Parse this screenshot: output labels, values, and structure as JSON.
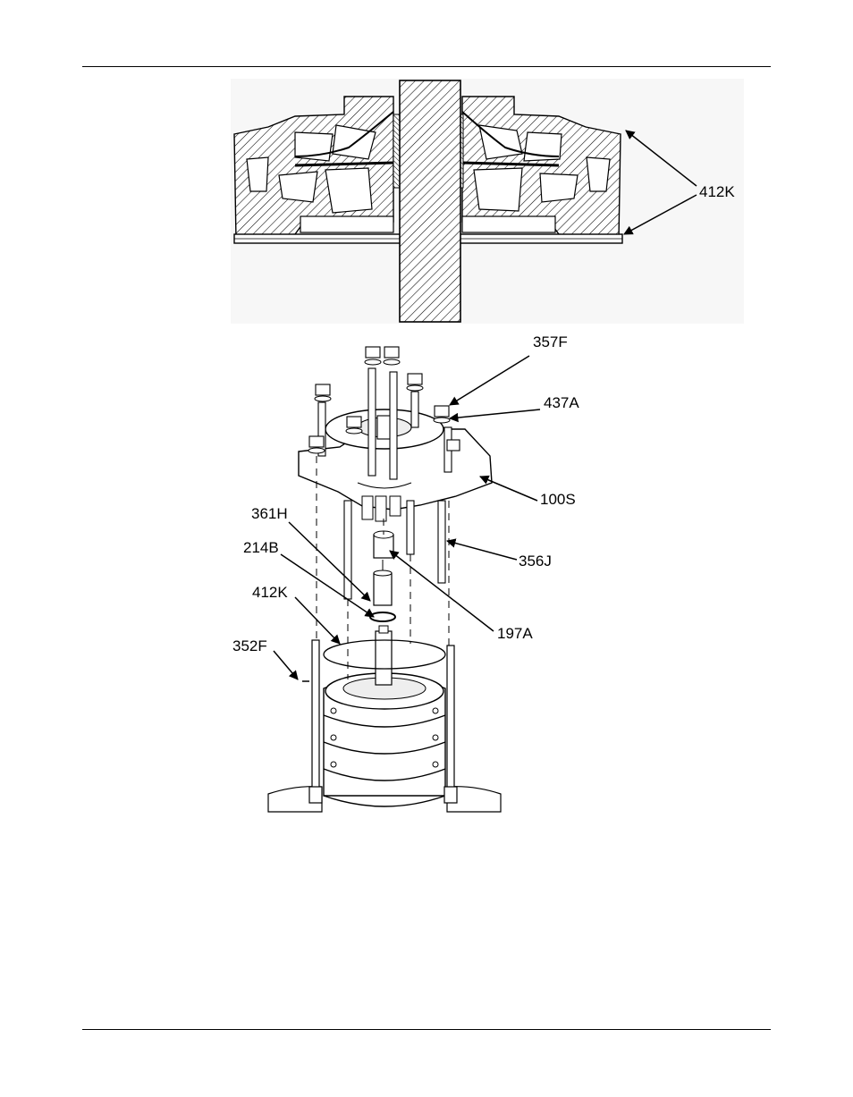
{
  "figure": {
    "section_view": {
      "callouts": {
        "seal_ring": "412K"
      }
    },
    "exploded_view": {
      "callouts": {
        "nut": "357F",
        "washer": "437A",
        "discharge_head": "100S",
        "stud": "356J",
        "bushing": "197A",
        "key": "361H",
        "spacer": "214B",
        "oring": "412K",
        "pin": "352F"
      }
    }
  }
}
